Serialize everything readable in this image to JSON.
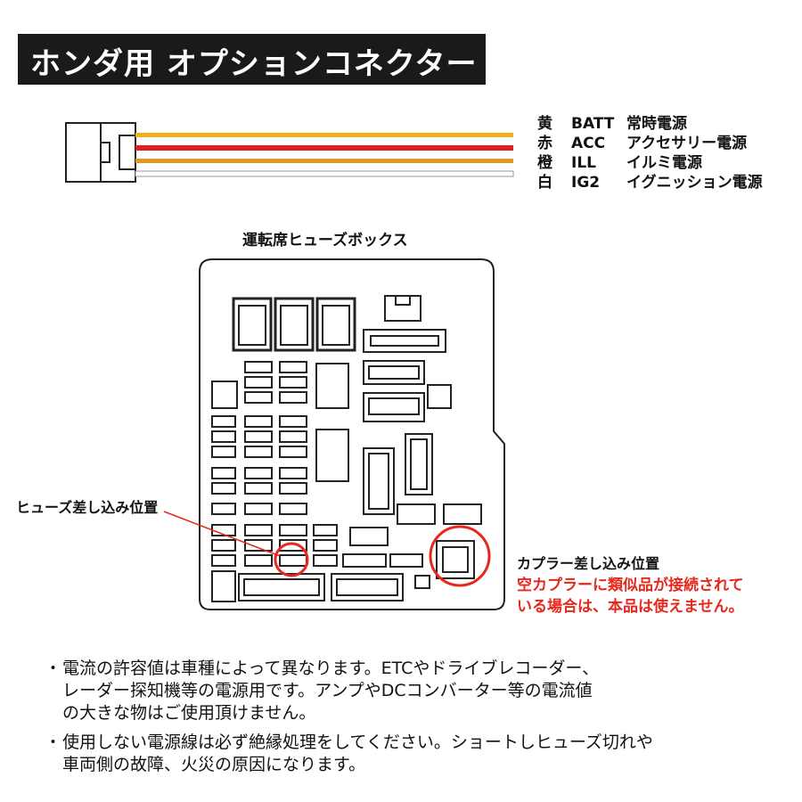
{
  "title": "ホンダ用 オプションコネクター",
  "wires": [
    {
      "color_name": "黄",
      "signal": "BATT",
      "desc": "常時電源",
      "hex": "#f0b020"
    },
    {
      "color_name": "赤",
      "signal": "ACC",
      "desc": "アクセサリー電源",
      "hex": "#e02020"
    },
    {
      "color_name": "橙",
      "signal": "ILL",
      "desc": "イルミ電源",
      "hex": "#e09a20"
    },
    {
      "color_name": "白",
      "signal": "IG2",
      "desc": "イグニッション電源",
      "hex": "#e8e8e8"
    }
  ],
  "fusebox_title": "運転席ヒューズボックス",
  "fuse_callout": "ヒューズ差し込み位置",
  "coupler_callout": "カプラー差し込み位置",
  "warning": [
    "空カプラーに類似品が接続されて",
    "いる場合は、本品は使えません。"
  ],
  "notes": [
    {
      "bullet": "・",
      "lines": [
        "電流の許容値は車種によって異なります。ETCやドライブレコーダー、",
        "レーダー探知機等の電源用です。アンプやDCコンバーター等の電流値",
        "の大きな物はご使用頂けません。"
      ]
    },
    {
      "bullet": "・",
      "lines": [
        "使用しない電源線は必ず絶縁処理をしてください。ショートしヒューズ切れや",
        "車両側の故障、火災の原因になります。"
      ]
    }
  ],
  "colors": {
    "highlight": "#e8271d",
    "banner": "#1a1a1a"
  }
}
